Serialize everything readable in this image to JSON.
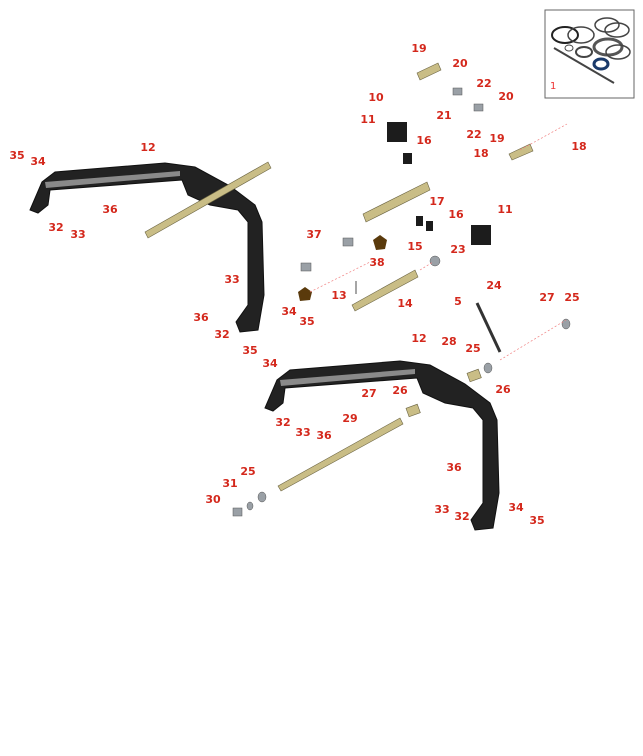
{
  "diagram": {
    "inset": {
      "label": "1"
    },
    "callouts": [
      "19",
      "20",
      "22",
      "10",
      "20",
      "21",
      "11",
      "16",
      "22",
      "19",
      "18",
      "18",
      "35",
      "34",
      "12",
      "36",
      "32",
      "33",
      "17",
      "16",
      "11",
      "37",
      "15",
      "23",
      "38",
      "33",
      "24",
      "13",
      "14",
      "5",
      "27",
      "25",
      "36",
      "34",
      "35",
      "32",
      "12",
      "28",
      "35",
      "25",
      "34",
      "26",
      "27",
      "26",
      "29",
      "32",
      "33",
      "36",
      "36",
      "25",
      "31",
      "30",
      "34",
      "33",
      "32",
      "35"
    ]
  }
}
